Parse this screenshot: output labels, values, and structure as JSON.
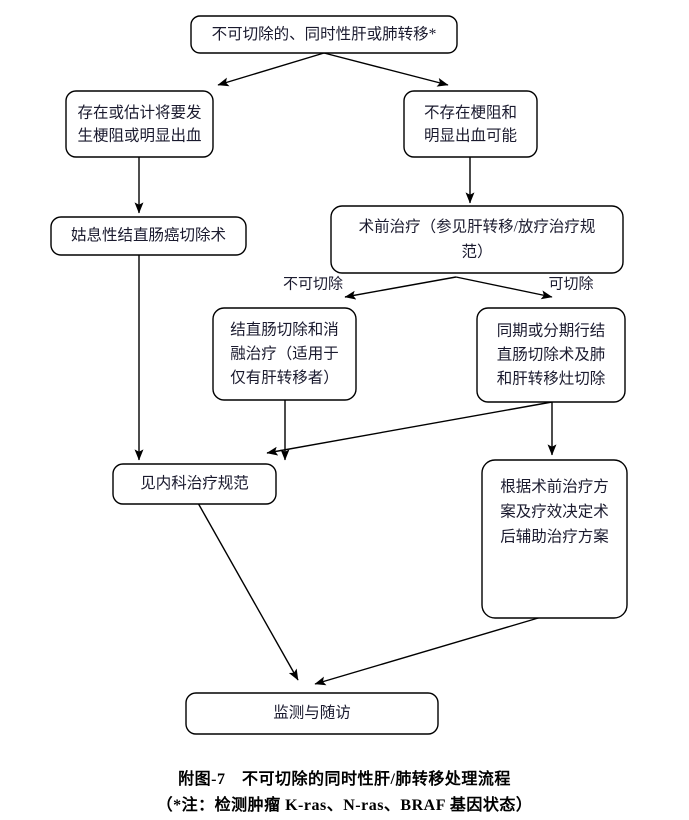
{
  "figure": {
    "caption_line_1": "附图-7　不可切除的同时性肝/肺转移处理流程",
    "caption_line_2": "（*注：检测肿瘤 K-ras、N-ras、BRAF 基因状态）"
  },
  "nodes": {
    "root": {
      "line1": "不可切除的、同时性肝或肺转移*"
    },
    "obstruction_yes": {
      "line1": "存在或估计将要发",
      "line2": "生梗阻或明显出血"
    },
    "obstruction_no": {
      "line1": "不存在梗阻和",
      "line2": "明显出血可能"
    },
    "palliative_resection": {
      "line1": "姑息性结直肠癌切除术"
    },
    "preop_therapy": {
      "line1": "术前治疗（参见肝转移/放疗治疗规",
      "line2": "范）"
    },
    "resection_ablation": {
      "line1": "结直肠切除和消",
      "line2": "融治疗（适用于",
      "line3": "仅有肝转移者）"
    },
    "synchronous_staged": {
      "line1": "同期或分期行结",
      "line2": "直肠切除术及肺",
      "line3": "和肝转移灶切除"
    },
    "medical_oncology": {
      "line1": "见内科治疗规范"
    },
    "adjuvant_plan": {
      "line1": "根据术前治疗方",
      "line2": "案及疗效决定术",
      "line3": "后辅助治疗方案"
    },
    "followup": {
      "line1": "监测与随访"
    }
  },
  "edge_labels": {
    "unresectable": "不可切除",
    "resectable": "可切除"
  },
  "colors": {
    "stroke": "#000000",
    "text": "#1a1a2e",
    "background": "#ffffff"
  }
}
